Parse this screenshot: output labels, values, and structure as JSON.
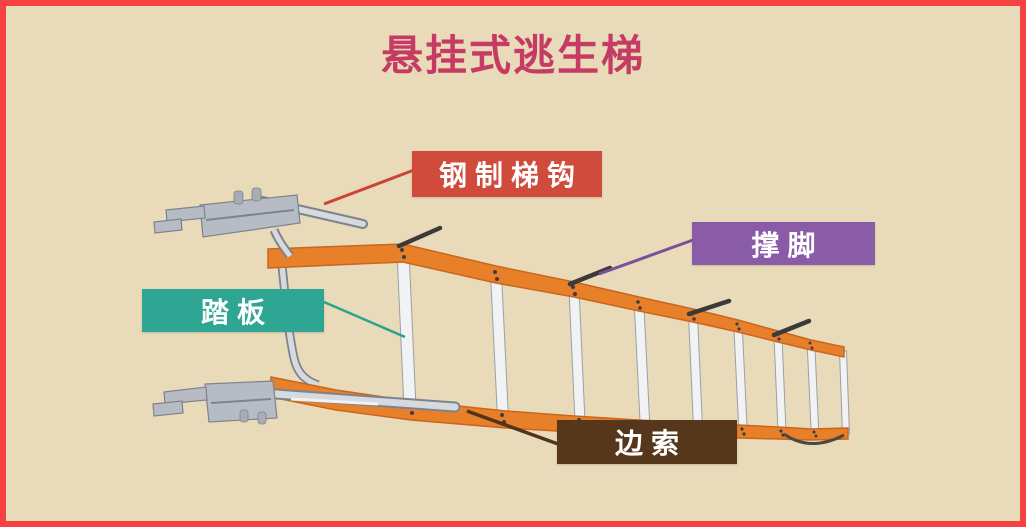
{
  "title": "悬挂式逃生梯",
  "labels": {
    "hook": {
      "text": "钢制梯钩"
    },
    "foot": {
      "text": "撑脚"
    },
    "tread": {
      "text": "踏板"
    },
    "rope": {
      "text": "边索"
    }
  },
  "colors": {
    "page-bg": "#e9dab9",
    "frame-border": "#f54141",
    "title-text": "#c53b63",
    "label-text": "#ffffff",
    "label-hook-bg": "#d14b3c",
    "label-foot-bg": "#8a5ba6",
    "label-tread-bg": "#2fa693",
    "label-rope-bg": "#57371c",
    "leader-hook": "#cc4436",
    "leader-foot": "#7c4f9b",
    "leader-tread": "#27a391",
    "leader-rope": "#53331a",
    "strap-orange": "#e8802a",
    "strap-edge": "#c9661c",
    "rung-fill": "#f1f2f4",
    "rung-edge": "#9aa0a8",
    "metal-fill": "#b7bcc4",
    "metal-edge": "#7d838c",
    "metal-light": "#d6dade",
    "bolt-fill": "#a7adb5",
    "foot-dark": "#3a3a38",
    "junction-dot": "#3c3c44"
  }
}
